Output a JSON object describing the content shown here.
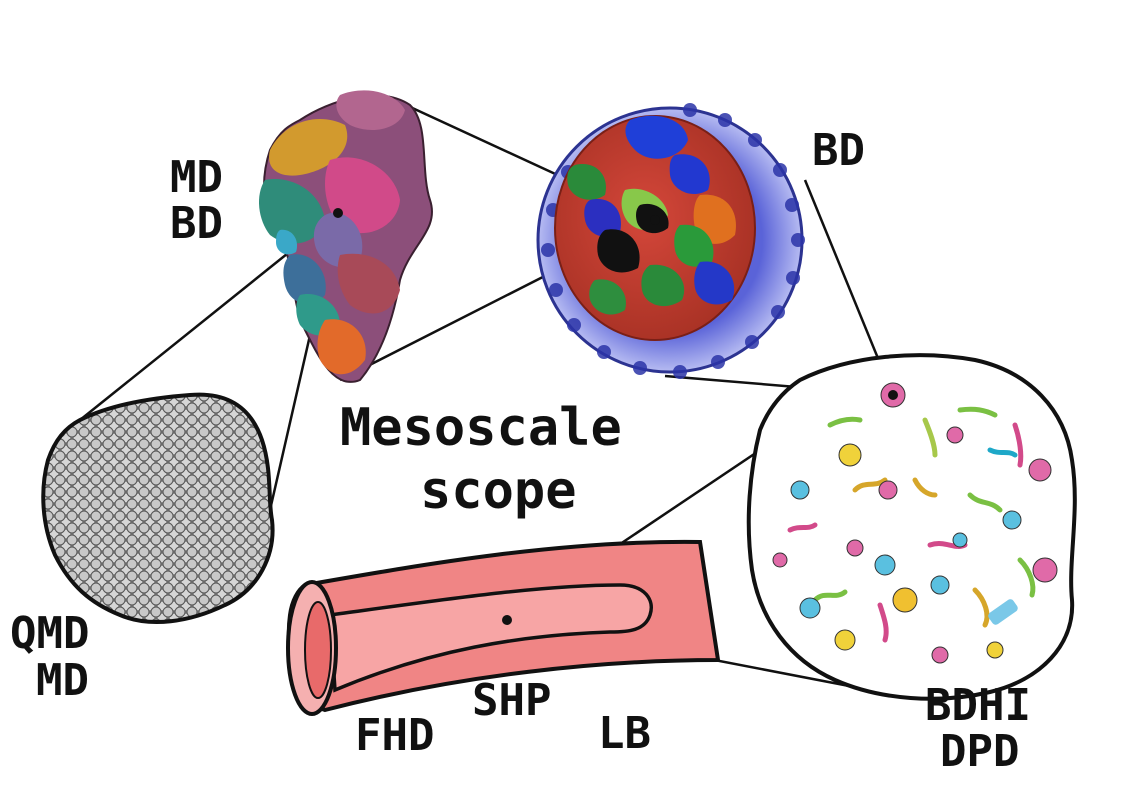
{
  "title_lines": [
    "Mesoscale",
    "scope"
  ],
  "labels": {
    "protein": [
      "MD",
      "BD"
    ],
    "cell": "BD",
    "liquid": [
      "QMD",
      "MD"
    ],
    "vessel": [
      "FHD",
      "SHP",
      "LB"
    ],
    "microbes": [
      "BDHI",
      "DPD"
    ]
  },
  "colors": {
    "vessel_outer": "#f08585",
    "vessel_inner": "#f7a5a5",
    "cell_membrane": "#3a43b8",
    "cell_interior": "#c43a2a",
    "liquid_fill": "#b7b7b7",
    "outline": "#111111"
  },
  "icons": [
    "protein-complex",
    "cell-cross-section",
    "liquid-particles",
    "blood-vessel",
    "microbe-swarm"
  ]
}
